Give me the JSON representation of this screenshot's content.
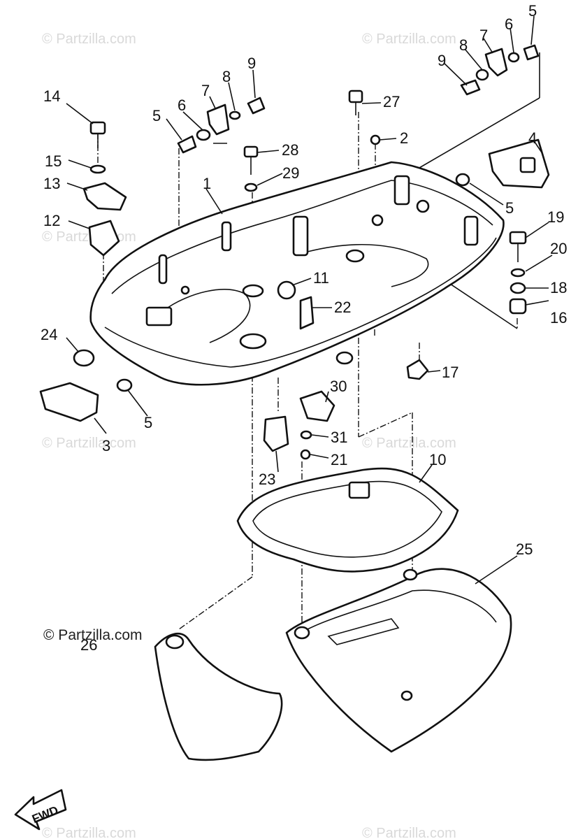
{
  "watermark": {
    "text": "© Partzilla.com",
    "credit": "© Partzilla.com"
  },
  "direction_label": "FWD",
  "callouts": {
    "c1": "1",
    "c2": "2",
    "c3": "3",
    "c4": "4",
    "c5a": "5",
    "c5b": "5",
    "c5c": "5",
    "c5d": "5",
    "c6a": "6",
    "c6b": "6",
    "c7a": "7",
    "c7b": "7",
    "c8a": "8",
    "c8b": "8",
    "c9a": "9",
    "c9b": "9",
    "c10": "10",
    "c11": "11",
    "c12": "12",
    "c13": "13",
    "c14": "14",
    "c15": "15",
    "c16": "16",
    "c17": "17",
    "c18": "18",
    "c19": "19",
    "c20": "20",
    "c21": "21",
    "c22": "22",
    "c23": "23",
    "c24": "24",
    "c25": "25",
    "c26": "26",
    "c27": "27",
    "c28": "28",
    "c29": "29",
    "c30": "30",
    "c31": "31"
  }
}
